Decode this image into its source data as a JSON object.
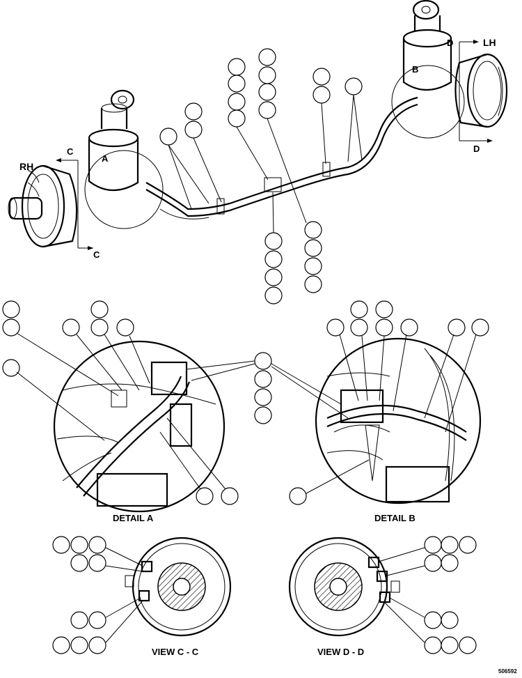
{
  "labels": {
    "rh": "RH",
    "lh": "LH",
    "section_a": "A",
    "section_b": "B",
    "section_c_top": "C",
    "section_c_bottom": "C",
    "section_d_top": "D",
    "section_d_bottom": "D",
    "detail_a": "DETAIL A",
    "detail_b": "DETAIL B",
    "view_cc": "VIEW C - C",
    "view_dd": "VIEW D - D",
    "figure_number": "506592"
  },
  "colors": {
    "line": "#000000",
    "background": "#ffffff"
  }
}
